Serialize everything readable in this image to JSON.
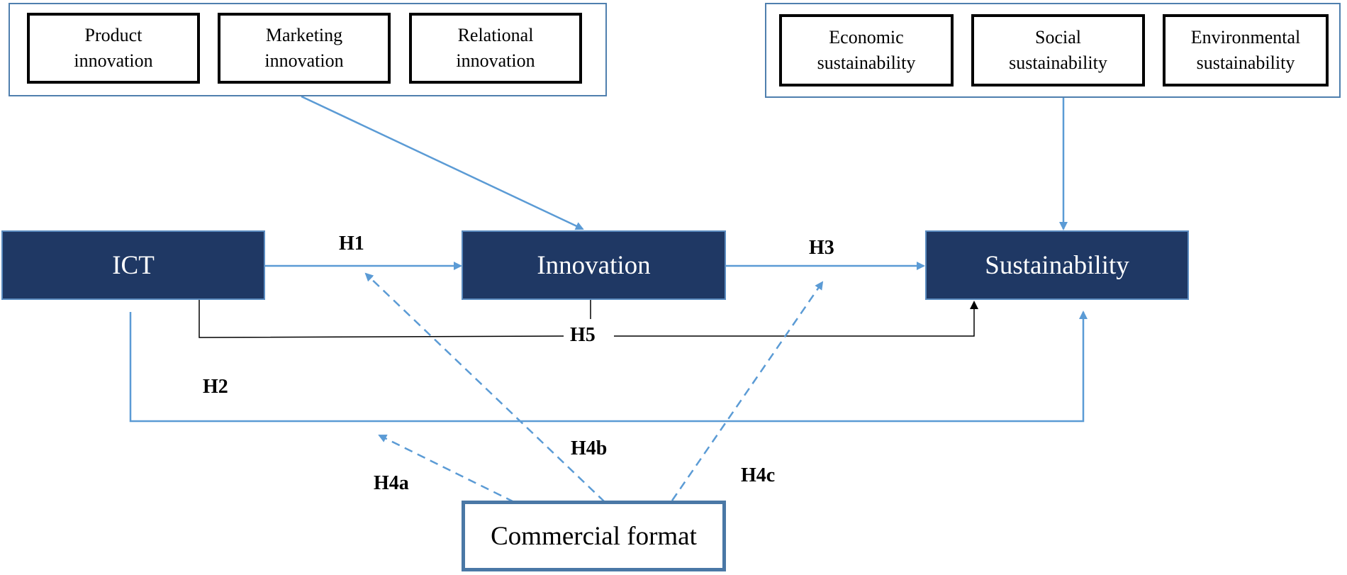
{
  "innovation_dimensions": [
    "Product\ninnovation",
    "Marketing\ninnovation",
    "Relational\ninnovation"
  ],
  "sustainability_dimensions": [
    "Economic\nsustainability",
    "Social\nsustainability",
    "Environmental\nsustainability"
  ],
  "constructs": {
    "ict": "ICT",
    "innovation": "Innovation",
    "sustainability": "Sustainability",
    "moderator": "Commercial format"
  },
  "hypotheses": {
    "h1": "H1",
    "h2": "H2",
    "h3": "H3",
    "h4a": "H4a",
    "h4b": "H4b",
    "h4c": "H4c",
    "h5": "H5"
  },
  "colors": {
    "construct_fill": "#1f3864",
    "arrow_blue": "#5b9bd5",
    "frame_blue": "#4f7fae",
    "arrow_black": "#000000"
  }
}
